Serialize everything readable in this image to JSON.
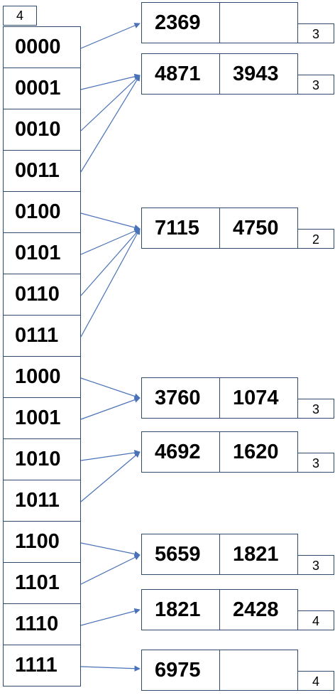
{
  "global_depth": "4",
  "directory": [
    {
      "key": "0000",
      "bucket": 0
    },
    {
      "key": "0001",
      "bucket": 1
    },
    {
      "key": "0010",
      "bucket": 1
    },
    {
      "key": "0011",
      "bucket": 1
    },
    {
      "key": "0100",
      "bucket": 2
    },
    {
      "key": "0101",
      "bucket": 2
    },
    {
      "key": "0110",
      "bucket": 2
    },
    {
      "key": "0111",
      "bucket": 2
    },
    {
      "key": "1000",
      "bucket": 3
    },
    {
      "key": "1001",
      "bucket": 3
    },
    {
      "key": "1010",
      "bucket": 4
    },
    {
      "key": "1011",
      "bucket": 4
    },
    {
      "key": "1100",
      "bucket": 5
    },
    {
      "key": "1101",
      "bucket": 5
    },
    {
      "key": "1110",
      "bucket": 6
    },
    {
      "key": "1111",
      "bucket": 7
    }
  ],
  "buckets": [
    {
      "values": [
        "2369",
        ""
      ],
      "local_depth": "3"
    },
    {
      "values": [
        "4871",
        "3943"
      ],
      "local_depth": "3"
    },
    {
      "values": [
        "7115",
        "4750"
      ],
      "local_depth": "2"
    },
    {
      "values": [
        "3760",
        "1074"
      ],
      "local_depth": "3"
    },
    {
      "values": [
        "4692",
        "1620"
      ],
      "local_depth": "3"
    },
    {
      "values": [
        "5659",
        "1821"
      ],
      "local_depth": "3"
    },
    {
      "values": [
        "1821",
        "2428"
      ],
      "local_depth": "4"
    },
    {
      "values": [
        "6975",
        ""
      ],
      "local_depth": "4"
    }
  ],
  "colors": {
    "border": "#2f4a6d",
    "arrow": "#4a72b8"
  }
}
